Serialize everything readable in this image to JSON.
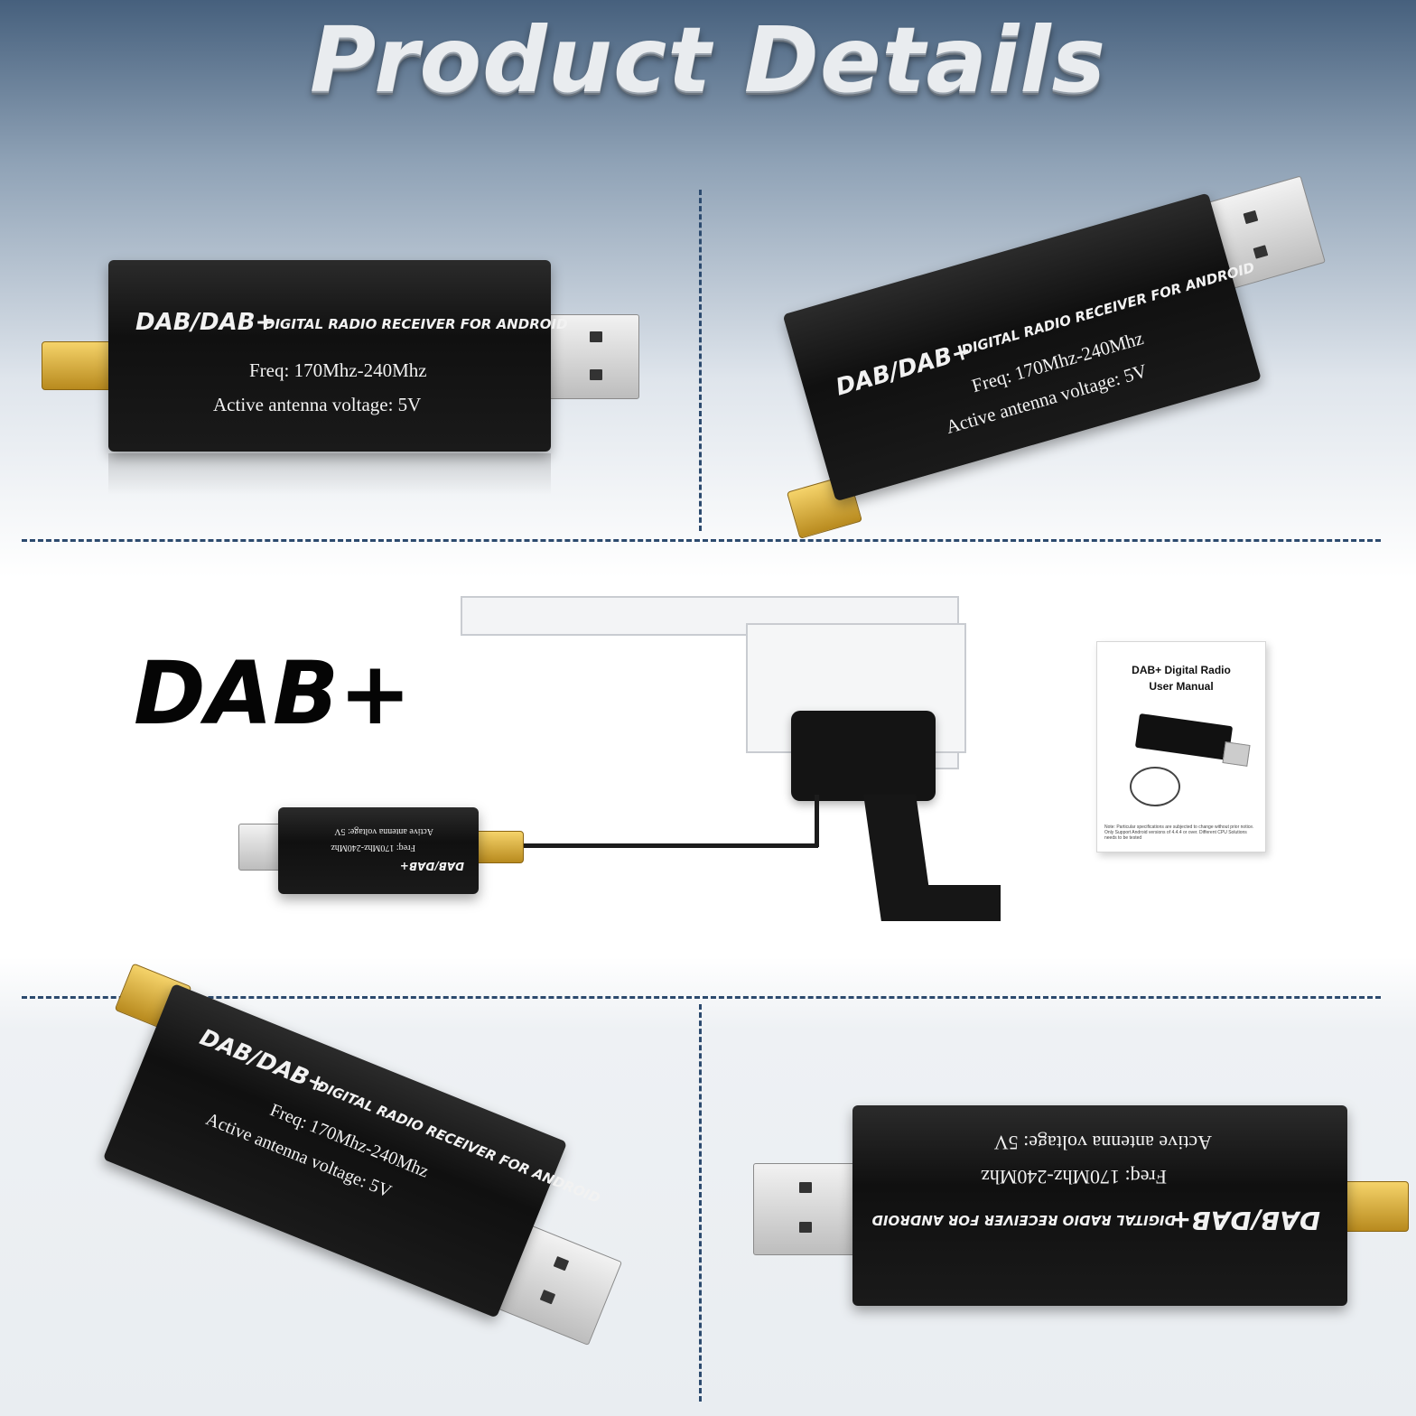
{
  "header": {
    "title": "Product Details"
  },
  "label": {
    "big_text": "DAB+"
  },
  "device": {
    "brand": "DAB/DAB+",
    "subtitle": "DIGITAL RADIO RECEIVER FOR ANDROID",
    "freq": "Freq: 170Mhz-240Mhz",
    "voltage": "Active antenna voltage: 5V"
  },
  "manual": {
    "title_line1": "DAB+ Digital Radio",
    "title_line2": "User Manual",
    "note": "Note: Particular specifications are subjected to change without prior notice. Only Support Android versions of 4.4.4 or over. Different CPU Solutions needs to be tested"
  },
  "colors": {
    "divider": "#2c4a6e",
    "dongle_body": "#111111",
    "sma_gold": "#d4a93a"
  }
}
